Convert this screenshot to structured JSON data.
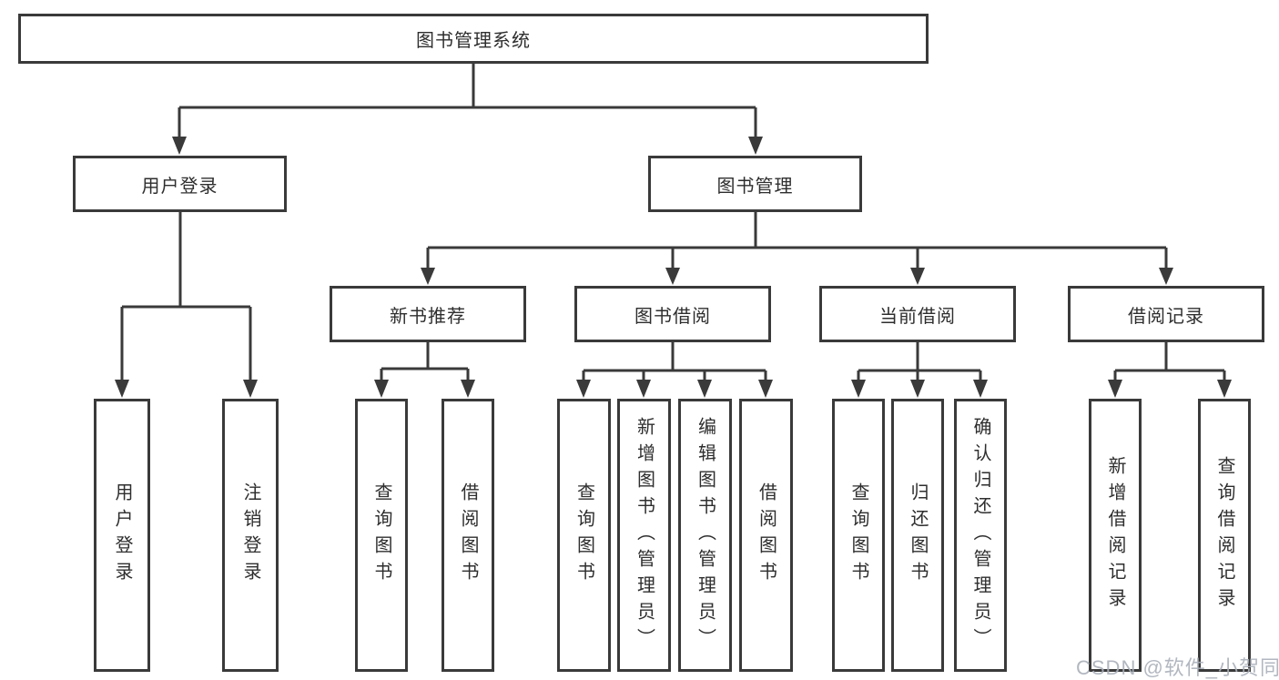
{
  "diagram": {
    "type": "hierarchy-tree",
    "orientation": "top-down",
    "colors": {
      "line": "#3a3a3a",
      "box_border": "#3a3a3a",
      "box_fill": "#ffffff",
      "text": "#2e2e2e",
      "watermark_text": "#aaafb9"
    }
  },
  "tree": {
    "root": {
      "label": "图书管理系统",
      "children": [
        {
          "label": "用户登录",
          "children": [
            {
              "label": "用户登录"
            },
            {
              "label": "注销登录"
            }
          ]
        },
        {
          "label": "图书管理",
          "children": [
            {
              "label": "新书推荐",
              "children": [
                {
                  "label": "查询图书"
                },
                {
                  "label": "借阅图书"
                }
              ]
            },
            {
              "label": "图书借阅",
              "children": [
                {
                  "label": "查询图书"
                },
                {
                  "label": "新增图书（管理员）"
                },
                {
                  "label": "编辑图书（管理员）"
                },
                {
                  "label": "借阅图书"
                }
              ]
            },
            {
              "label": "当前借阅",
              "children": [
                {
                  "label": "查询图书"
                },
                {
                  "label": "归还图书"
                },
                {
                  "label": "确认归还（管理员）"
                }
              ]
            },
            {
              "label": "借阅记录",
              "children": [
                {
                  "label": "新增借阅记录"
                },
                {
                  "label": "查询借阅记录"
                }
              ]
            }
          ]
        }
      ]
    }
  },
  "watermark": {
    "text": "CSDN @软件_小贺同学"
  }
}
